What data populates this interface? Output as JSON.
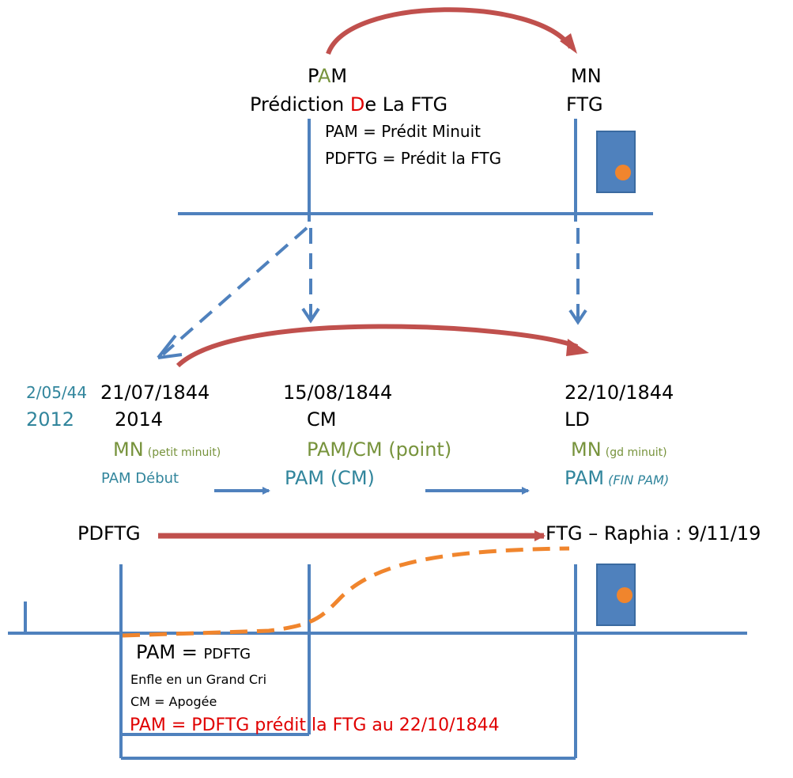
{
  "colors": {
    "axis": "#4f81bd",
    "curve_arrow": "#c0504d",
    "green": "#77933c",
    "teal": "#31859c",
    "red": "#e00000",
    "orange": "#f0852d",
    "box_fill": "#4f81bd"
  },
  "top": {
    "pam_p": "P",
    "pam_a": "A",
    "pam_m": "M",
    "mn": "MN",
    "prediction_pre": "Prédiction ",
    "prediction_d": "D",
    "prediction_post": "e La FTG",
    "ftg": "FTG",
    "pam_def": "PAM = Prédit Minuit",
    "pdftg_def": "PDFTG = Prédit la FTG"
  },
  "middle": {
    "date_0": "2/05/44",
    "year_0": "2012",
    "date_1": "21/07/1844",
    "year_1": "2014",
    "mn_1": "MN",
    "mn_1_note": "(petit minuit)",
    "pam_debut": "PAM Début",
    "date_2": "15/08/1844",
    "cm": "CM",
    "pam_cm_point": "PAM/CM (point)",
    "pam_cm": "PAM (CM)",
    "date_3": "22/10/1844",
    "ld": "LD",
    "mn_3": "MN",
    "mn_3_note": "(gd minuit)",
    "pam_3": "PAM",
    "fin_pam": "(FIN PAM)",
    "pdftg": "PDFTG",
    "ftg_raphia": "FTG – Raphia : 9/11/19"
  },
  "bottom": {
    "pam_eq": "PAM = ",
    "pam_eq_small": "PDFTG",
    "enfle": "Enfle en un Grand Cri",
    "cm_apogee": "CM = Apogée",
    "red_line": "PAM = PDFTG prédit la FTG au 22/10/1844"
  }
}
